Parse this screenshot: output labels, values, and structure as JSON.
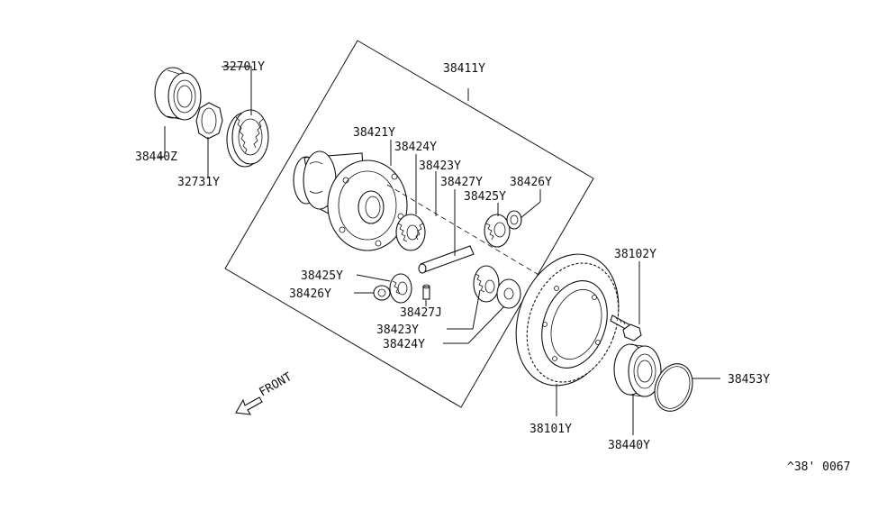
{
  "labels": {
    "p32701Y": "32701Y",
    "p38440Z": "38440Z",
    "p32731Y": "32731Y",
    "p38411Y": "38411Y",
    "p38421Y": "38421Y",
    "p38424Y_top": "38424Y",
    "p38423Y_top": "38423Y",
    "p38427Y": "38427Y",
    "p38425Y_right": "38425Y",
    "p38426Y_right": "38426Y",
    "p38102Y": "38102Y",
    "p38425Y_left": "38425Y",
    "p38426Y_left": "38426Y",
    "p38427J": "38427J",
    "p38423Y_bottom": "38423Y",
    "p38424Y_bottom": "38424Y",
    "p38453Y": "38453Y",
    "p38101Y": "38101Y",
    "p38440Y": "38440Y",
    "front": "FRONT",
    "diagram_code": "^38' 0067"
  }
}
